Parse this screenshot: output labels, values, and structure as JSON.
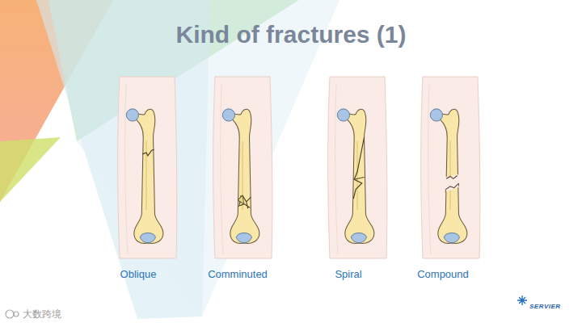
{
  "diagram": {
    "title": "Kind of fractures (1)",
    "labels": [
      "Oblique",
      "Comminuted",
      "Spiral",
      "Compound",
      "SERVIER",
      "大数跨境"
    ]
  }
}
